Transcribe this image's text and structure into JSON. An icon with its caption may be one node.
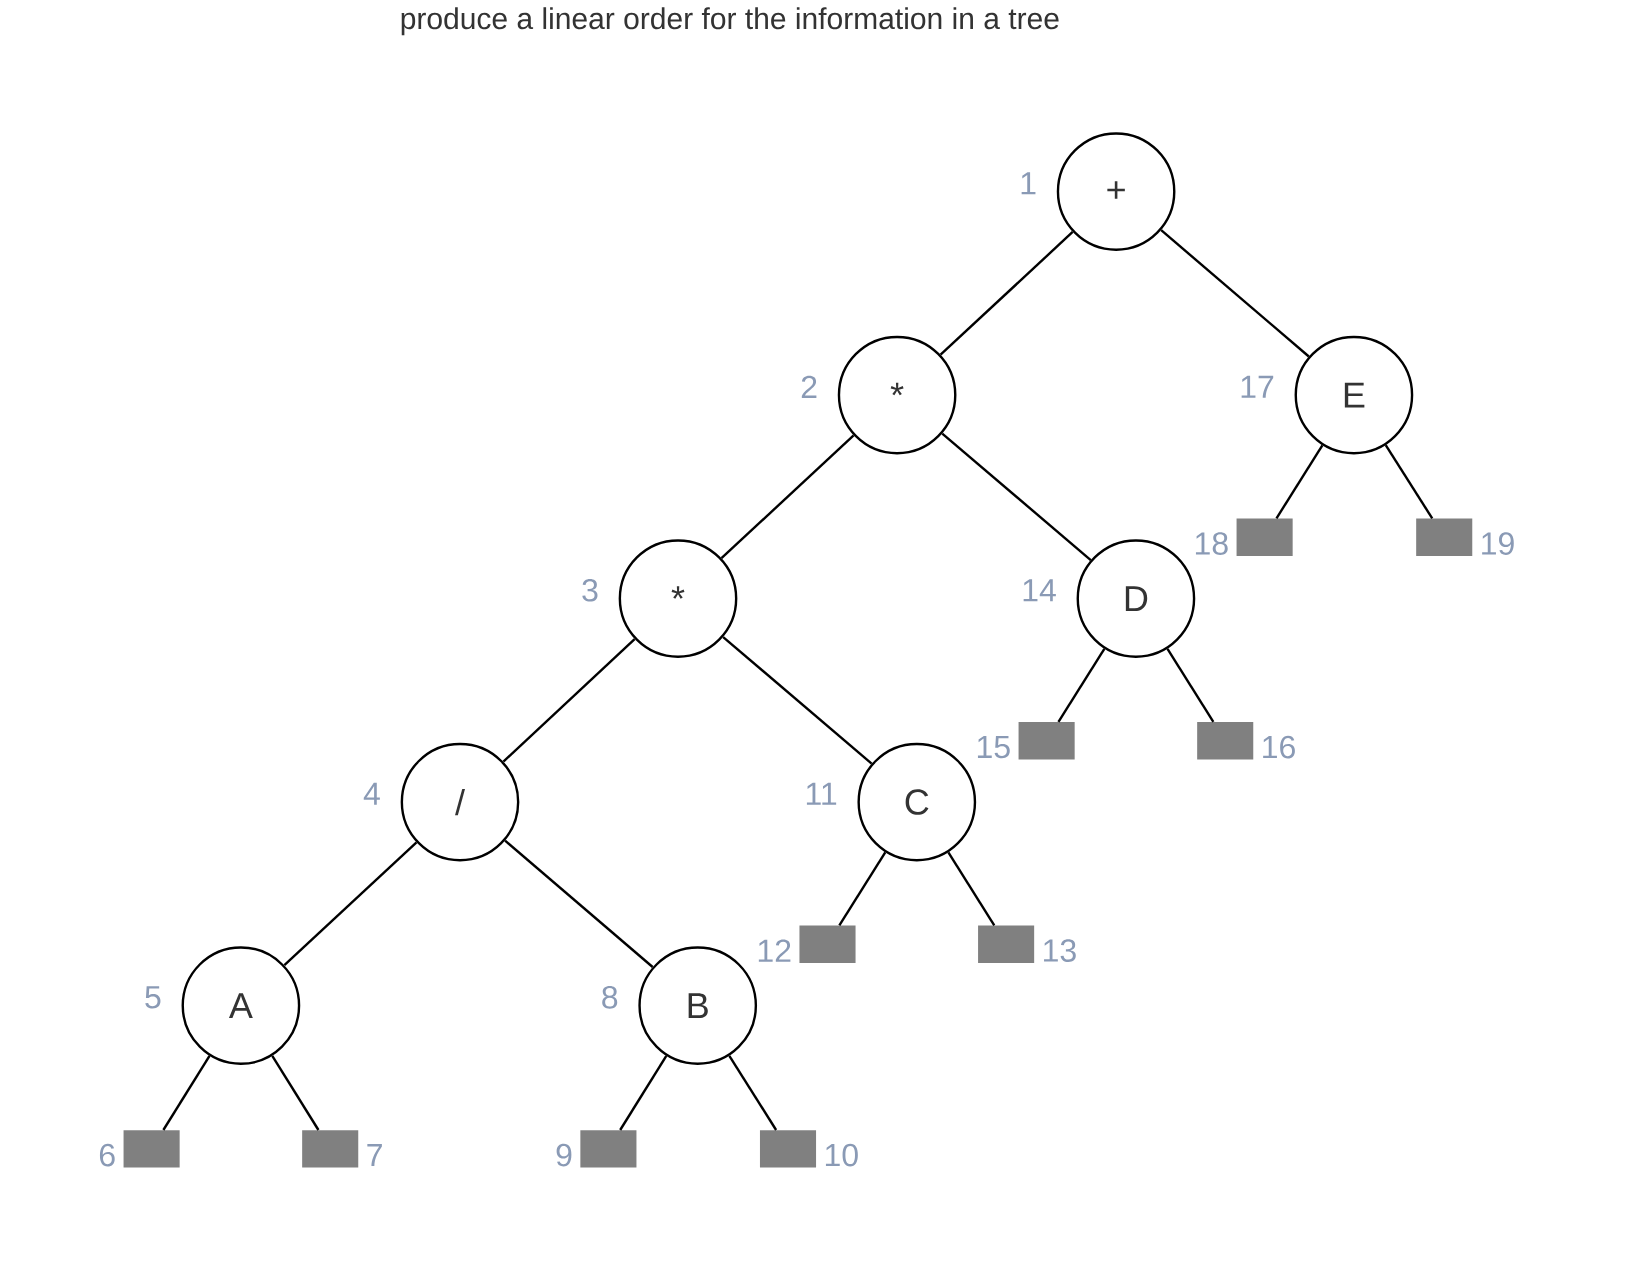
{
  "diagram": {
    "title": "produce a linear order for the information in a tree",
    "nodes": [
      {
        "text": [
          "+"
        ],
        "beside": [
          "1"
        ]
      },
      {
        "text": [
          "*"
        ],
        "beside": [
          "2"
        ]
      },
      {
        "text": [
          "*"
        ],
        "beside": [
          "3"
        ]
      },
      {
        "text": [
          "/"
        ],
        "beside": [
          "4"
        ]
      },
      {
        "text": [
          "A"
        ],
        "beside": [
          "5"
        ]
      },
      {
        "text": [],
        "shape": "box",
        "beside": [
          "6"
        ]
      },
      {
        "text": [],
        "shape": "box",
        "beside": [
          "7"
        ]
      },
      {
        "text": [
          "B"
        ],
        "beside": [
          "8"
        ]
      },
      {
        "text": [],
        "shape": "box",
        "beside": [
          "9"
        ]
      },
      {
        "text": [],
        "shape": "box",
        "beside": [
          "10"
        ]
      },
      {
        "text": [
          "C"
        ],
        "beside": [
          "11"
        ]
      },
      {
        "text": [],
        "shape": "box",
        "beside": [
          "12"
        ]
      },
      {
        "text": [],
        "shape": "box",
        "beside": [
          "13"
        ]
      },
      {
        "text": [
          "D"
        ],
        "beside": [
          "14"
        ]
      },
      {
        "text": [],
        "shape": "box",
        "beside": [
          "15"
        ]
      },
      {
        "text": [],
        "shape": "box",
        "beside": [
          "16"
        ]
      },
      {
        "text": [
          "E"
        ],
        "beside": [
          "17"
        ]
      },
      {
        "text": [],
        "shape": "box",
        "beside": [
          "18"
        ]
      },
      {
        "text": [],
        "shape": "box",
        "beside": [
          "19"
        ]
      }
    ],
    "edges": [
      {
        "from": 0,
        "to": 1,
        "arrow": "none"
      },
      {
        "from": 0,
        "to": 16,
        "arrow": "none"
      },
      {
        "from": 1,
        "to": 2,
        "arrow": "none"
      },
      {
        "from": 1,
        "to": 13,
        "arrow": "none"
      },
      {
        "from": 2,
        "to": 3,
        "arrow": "none"
      },
      {
        "from": 2,
        "to": 10,
        "arrow": "none"
      },
      {
        "from": 3,
        "to": 4,
        "arrow": "none"
      },
      {
        "from": 3,
        "to": 7,
        "arrow": "none"
      },
      {
        "from": 4,
        "to": 5,
        "arrow": "none"
      },
      {
        "from": 4,
        "to": 6,
        "arrow": "none"
      },
      {
        "from": 7,
        "to": 8,
        "arrow": "none"
      },
      {
        "from": 7,
        "to": 9,
        "arrow": "none"
      },
      {
        "from": 10,
        "to": 11,
        "arrow": "none"
      },
      {
        "from": 10,
        "to": 12,
        "arrow": "none"
      },
      {
        "from": 13,
        "to": 14,
        "arrow": "none"
      },
      {
        "from": 13,
        "to": 15,
        "arrow": "none"
      },
      {
        "from": 16,
        "to": 17,
        "arrow": "none"
      },
      {
        "from": 16,
        "to": 18,
        "arrow": "none"
      }
    ]
  }
}
